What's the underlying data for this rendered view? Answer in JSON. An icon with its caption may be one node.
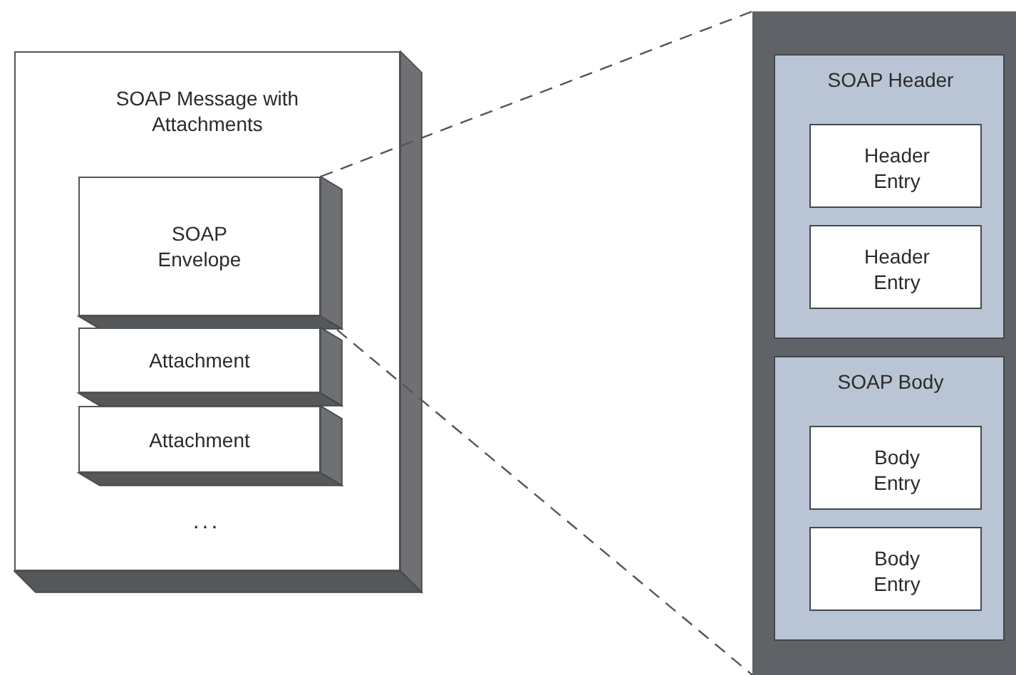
{
  "diagram": {
    "nodes": [
      {
        "text": [
          "SOAP Message with Attachments"
        ]
      },
      {
        "text": [
          "SOAP Envelope"
        ],
        "in": 0
      },
      {
        "text": [
          "Attachment"
        ],
        "in": 0
      },
      {
        "text": [
          "Attachment"
        ],
        "in": 0
      },
      {
        "text": [],
        "shape": "box"
      },
      {
        "text": [
          "SOAP Header"
        ],
        "in": 4
      },
      {
        "text": [
          "Header Entry"
        ],
        "in": 5
      },
      {
        "text": [
          "Header Entry"
        ],
        "in": 5
      },
      {
        "text": [
          "SOAP Body"
        ],
        "in": 4
      },
      {
        "text": [
          "Body Entry"
        ],
        "in": 8
      },
      {
        "text": [
          "Body Entry"
        ],
        "in": 8
      }
    ],
    "edges": [
      {
        "from": 1,
        "to": 4,
        "arrow": "none",
        "style": "dashed"
      },
      {
        "from": 1,
        "to": 4,
        "arrow": "none",
        "style": "dashed"
      }
    ],
    "labels": [
      "..."
    ]
  }
}
